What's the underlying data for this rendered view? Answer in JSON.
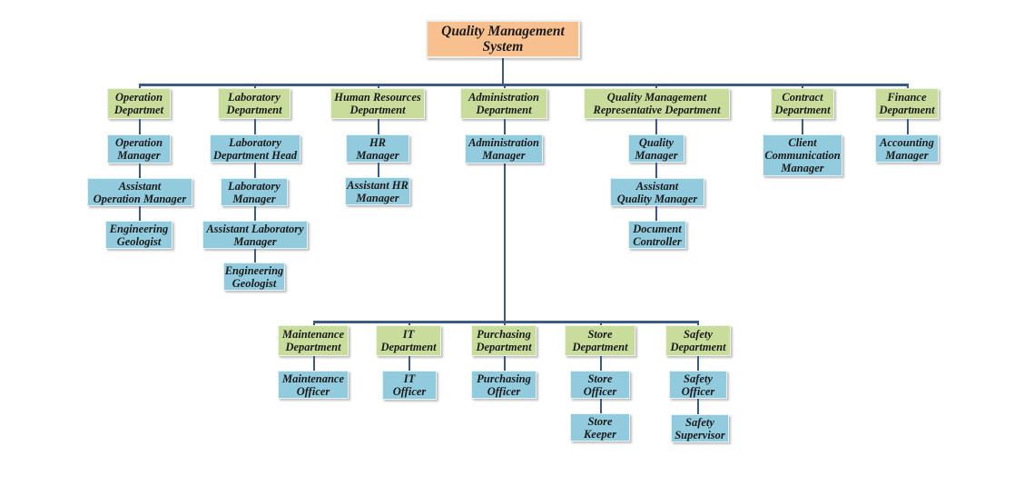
{
  "colors": {
    "root": "#f8c08e",
    "department": "#c8dc9c",
    "role": "#92cbdd",
    "connector": "#3b5a86"
  },
  "root": {
    "label": "Quality Management\nSystem"
  },
  "departments": [
    {
      "key": "operation",
      "label": "Operation\nDepartmet",
      "roles": [
        "Operation\nManager",
        "Assistant\nOperation Manager",
        "Engineering\nGeologist"
      ]
    },
    {
      "key": "laboratory",
      "label": "Laboratory\nDepartment",
      "roles": [
        "Laboratory\nDepartment Head",
        "Laboratory\nManager",
        "Assistant Laboratory\nManager",
        "Engineering\nGeologist"
      ]
    },
    {
      "key": "human-resources",
      "label": "Human Resources\nDepartment",
      "roles": [
        "HR\nManager",
        "Assistant HR\nManager"
      ]
    },
    {
      "key": "administration",
      "label": "Administration\nDepartment",
      "roles": [
        "Administration\nManager"
      ]
    },
    {
      "key": "qmr",
      "label": "Quality Management\nRepresentative Department",
      "roles": [
        "Quality\nManager",
        "Assistant\nQuality Manager",
        "Document\nController"
      ]
    },
    {
      "key": "contract",
      "label": "Contract\nDepartment",
      "roles": [
        "Client\nCommunication\nManager"
      ]
    },
    {
      "key": "finance",
      "label": "Finance\nDepartment",
      "roles": [
        "Accounting\nManager"
      ]
    }
  ],
  "sub_departments": [
    {
      "key": "maintenance",
      "label": "Maintenance\nDepartment",
      "roles": [
        "Maintenance\nOfficer"
      ]
    },
    {
      "key": "it",
      "label": "IT\nDepartment",
      "roles": [
        "IT\nOfficer"
      ]
    },
    {
      "key": "purchasing",
      "label": "Purchasing\nDepartment",
      "roles": [
        "Purchasing\nOfficer"
      ]
    },
    {
      "key": "store",
      "label": "Store\nDepartment",
      "roles": [
        "Store\nOfficer",
        "Store\nKeeper"
      ]
    },
    {
      "key": "safety",
      "label": "Safety\nDepartment",
      "roles": [
        "Safety\nOfficer",
        "Safety\nSupervisor"
      ]
    }
  ]
}
